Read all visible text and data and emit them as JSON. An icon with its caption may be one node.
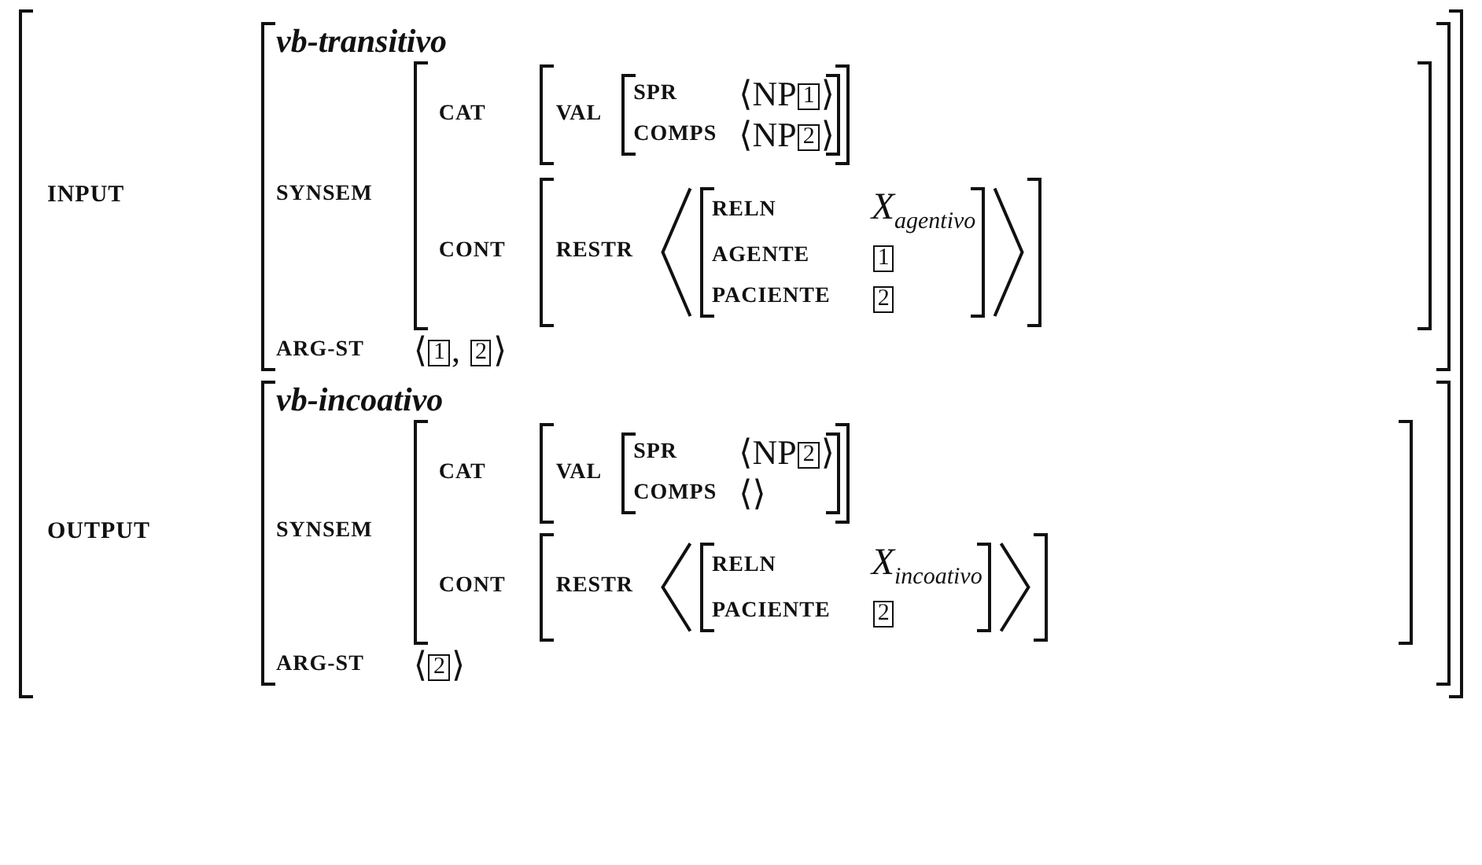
{
  "diagram": {
    "nodes": [
      {
        "text": [
          "INPUT",
          "OUTPUT"
        ]
      },
      {
        "text": [
          "vb-transitivo",
          "SYNSEM",
          "ARG-ST",
          "⟨1, 2⟩"
        ],
        "in": 0
      },
      {
        "text": [
          "CAT",
          "CONT"
        ],
        "in": 1
      },
      {
        "text": [
          "VAL"
        ],
        "in": 2
      },
      {
        "text": [
          "SPR",
          "⟨NP1⟩",
          "COMPS",
          "⟨NP2⟩"
        ],
        "in": 3
      },
      {
        "text": [
          "RESTR"
        ],
        "in": 2
      },
      {
        "text": [
          "RELN",
          "X$_{agentivo}$",
          "AGENTE",
          "1",
          "PACIENTE",
          "2"
        ],
        "in": 5
      },
      {
        "text": [
          "vb-incoativo",
          "SYNSEM",
          "ARG-ST",
          "⟨2⟩"
        ],
        "in": 0
      },
      {
        "text": [
          "CAT",
          "CONT"
        ],
        "in": 7
      },
      {
        "text": [
          "VAL"
        ],
        "in": 8
      },
      {
        "text": [
          "SPR",
          "⟨NP2⟩",
          "COMPS",
          "⟨⟩"
        ],
        "in": 9
      },
      {
        "text": [
          "RESTR"
        ],
        "in": 8
      },
      {
        "text": [
          "RELN",
          "X$_{incoativo}$",
          "PACIENTE",
          "2"
        ],
        "in": 11
      }
    ]
  }
}
